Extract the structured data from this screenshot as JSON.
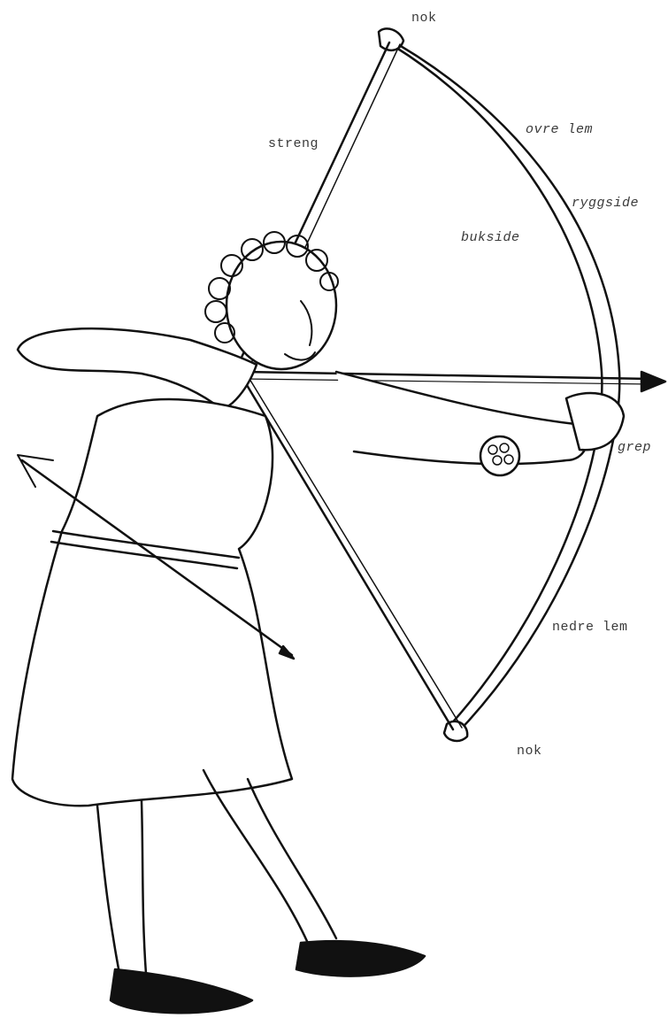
{
  "labels": {
    "top_nock": "nok",
    "string": "streng",
    "upper_limb": "ovre lem",
    "back": "ryggside",
    "belly": "bukside",
    "grip": "grep",
    "lower_limb": "nedre lem",
    "bottom_nock": "nok"
  },
  "colors": {
    "ink": "#111111",
    "label": "#3a3a3a",
    "paper": "#ffffff"
  }
}
